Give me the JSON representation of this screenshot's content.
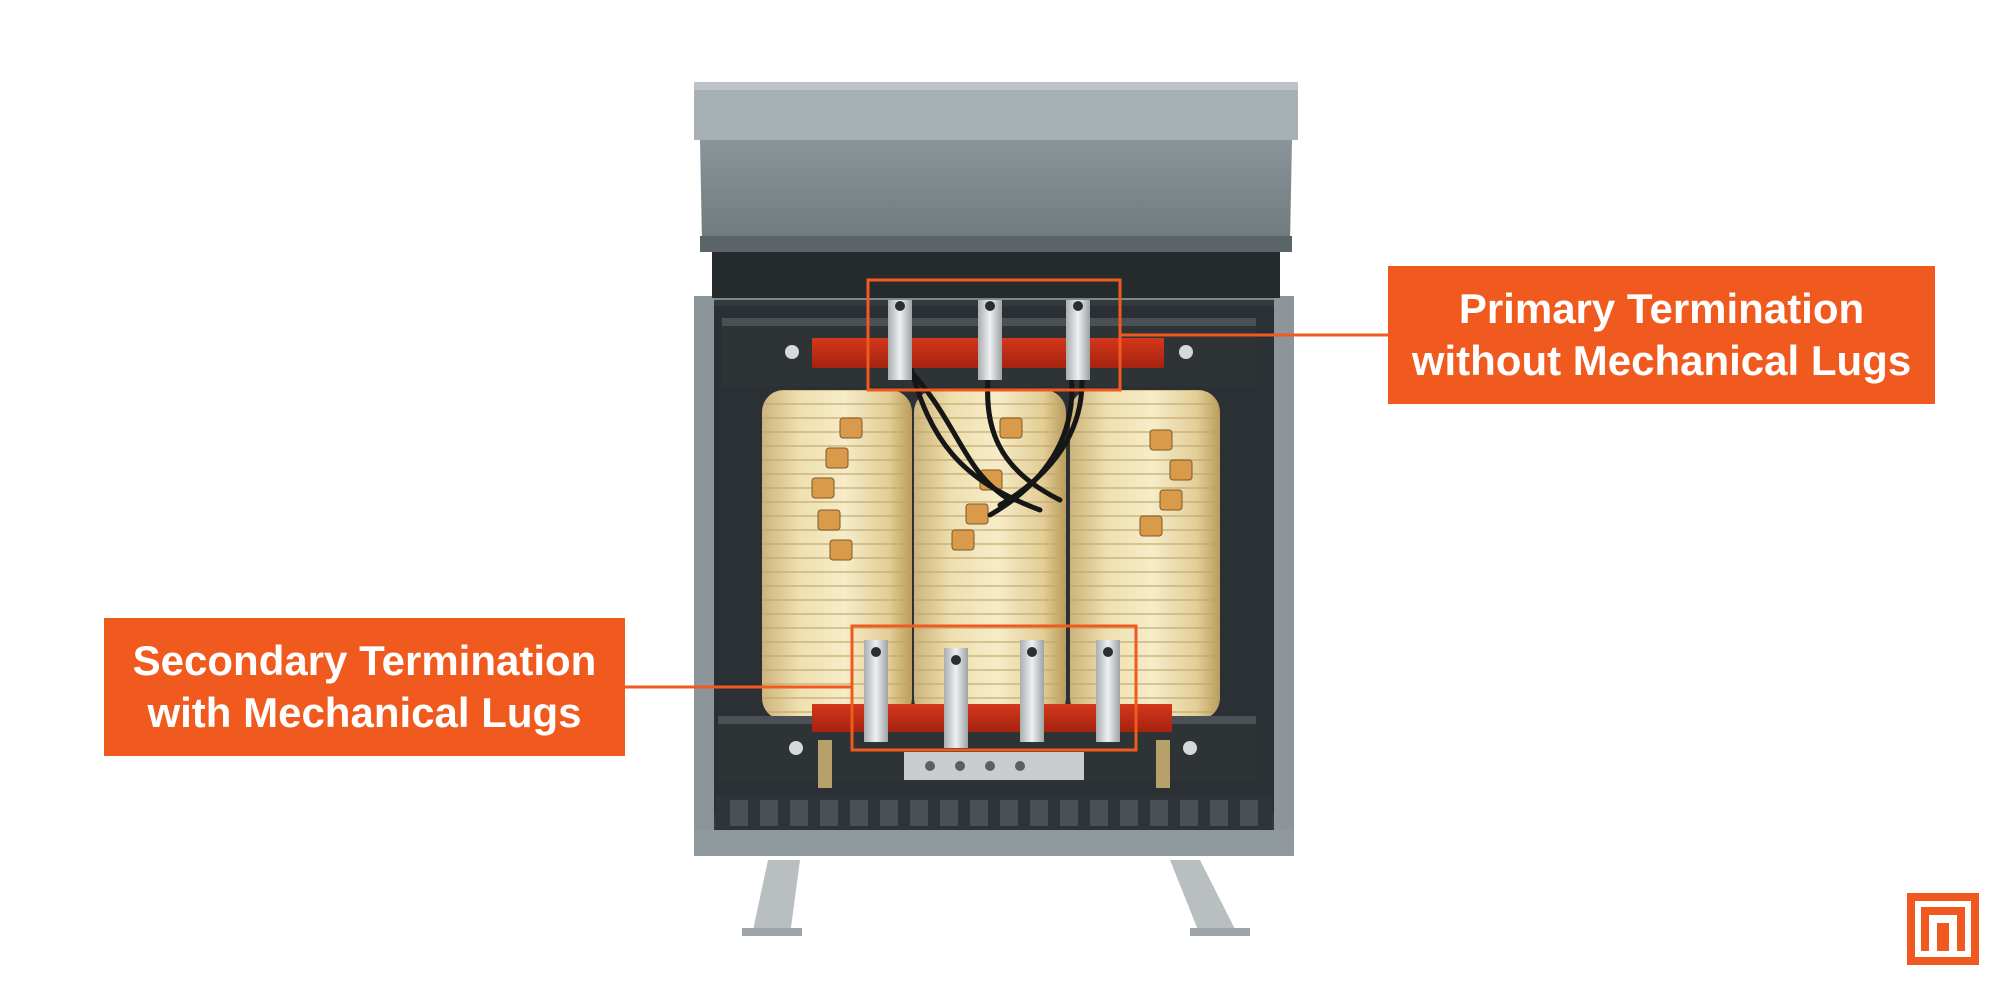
{
  "callouts": {
    "primary": {
      "line1": "Primary Termination",
      "line2": "without Mechanical Lugs"
    },
    "secondary": {
      "line1": "Secondary Termination",
      "line2": "with Mechanical Lugs"
    }
  },
  "brand": {
    "logo": "brand-logo-icon",
    "accent": "#f05a1e"
  },
  "photo": {
    "subject": "transformer-photo"
  }
}
